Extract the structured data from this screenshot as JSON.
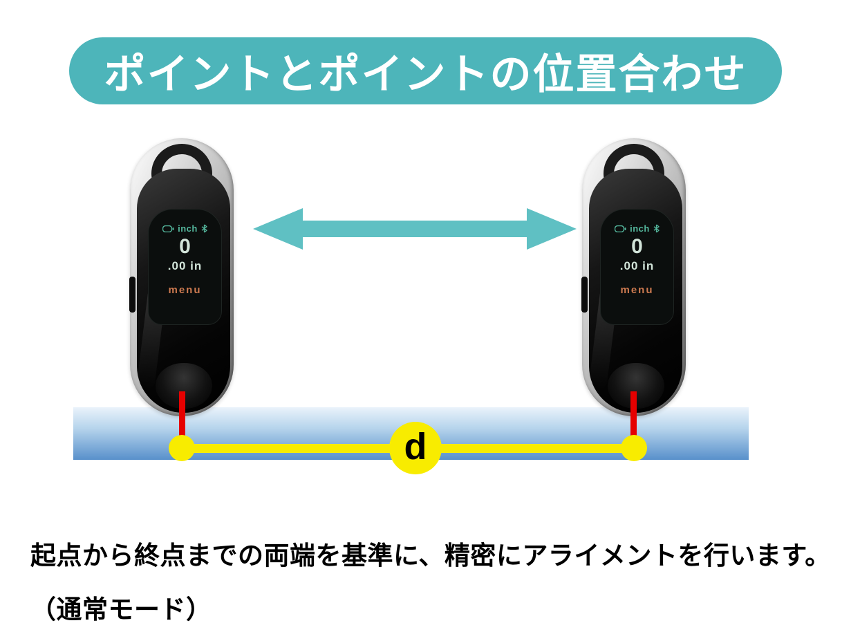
{
  "banner": {
    "title": "ポイントとポイントの位置合わせ"
  },
  "devices": [
    {
      "side": "left",
      "screen": {
        "unit": "inch",
        "value": "0",
        "subvalue": ".00 in",
        "menu": "menu"
      }
    },
    {
      "side": "right",
      "screen": {
        "unit": "inch",
        "value": "0",
        "subvalue": ".00 in",
        "menu": "menu"
      }
    }
  ],
  "measurement": {
    "distance_label": "d"
  },
  "caption": {
    "line1": "起点から終点までの両端を基準に、精密にアライメントを行います。",
    "line2": "（通常モード）"
  },
  "icons": {
    "battery": "battery-icon",
    "bluetooth": "bluetooth-icon",
    "double_arrow": "double-arrow-icon"
  },
  "colors": {
    "banner-teal": "#4db5ba",
    "arrow-teal": "#5fc0c3",
    "surface-blue-top": "#eaf3fb",
    "surface-blue-bottom": "#5890cb",
    "tick-red": "#e60000",
    "line-yellow": "#f8ec00",
    "screen-text": "#d2e4d9",
    "screen-accent": "#54b79d",
    "menu-orange": "#cd7a50",
    "label-black": "#000000"
  }
}
